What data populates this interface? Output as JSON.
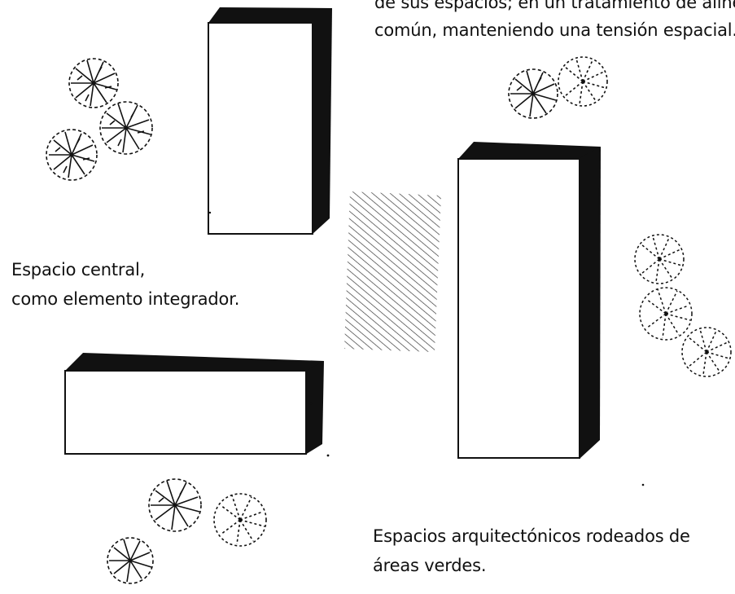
{
  "captions": {
    "top": {
      "line1": "de sus espacios; en un tratamiento de alineación",
      "line2": "común, manteniendo una tensión espacial."
    },
    "central": {
      "line1": "Espacio central,",
      "line2": "como elemento integrador."
    },
    "areas": {
      "line1": "Espacios arquitectónicos rodeados de",
      "line2": "áreas verdes."
    }
  },
  "elements": {
    "buildings": [
      "tall-block-left",
      "wide-low-block",
      "tall-block-right"
    ],
    "central_space": "hatched-central-space",
    "tree_groups": [
      "tree-cluster-upper-left",
      "tree-cluster-upper-right",
      "tree-cluster-right",
      "tree-cluster-bottom"
    ]
  },
  "colors": {
    "ink": "#111111",
    "paper": "#ffffff"
  }
}
